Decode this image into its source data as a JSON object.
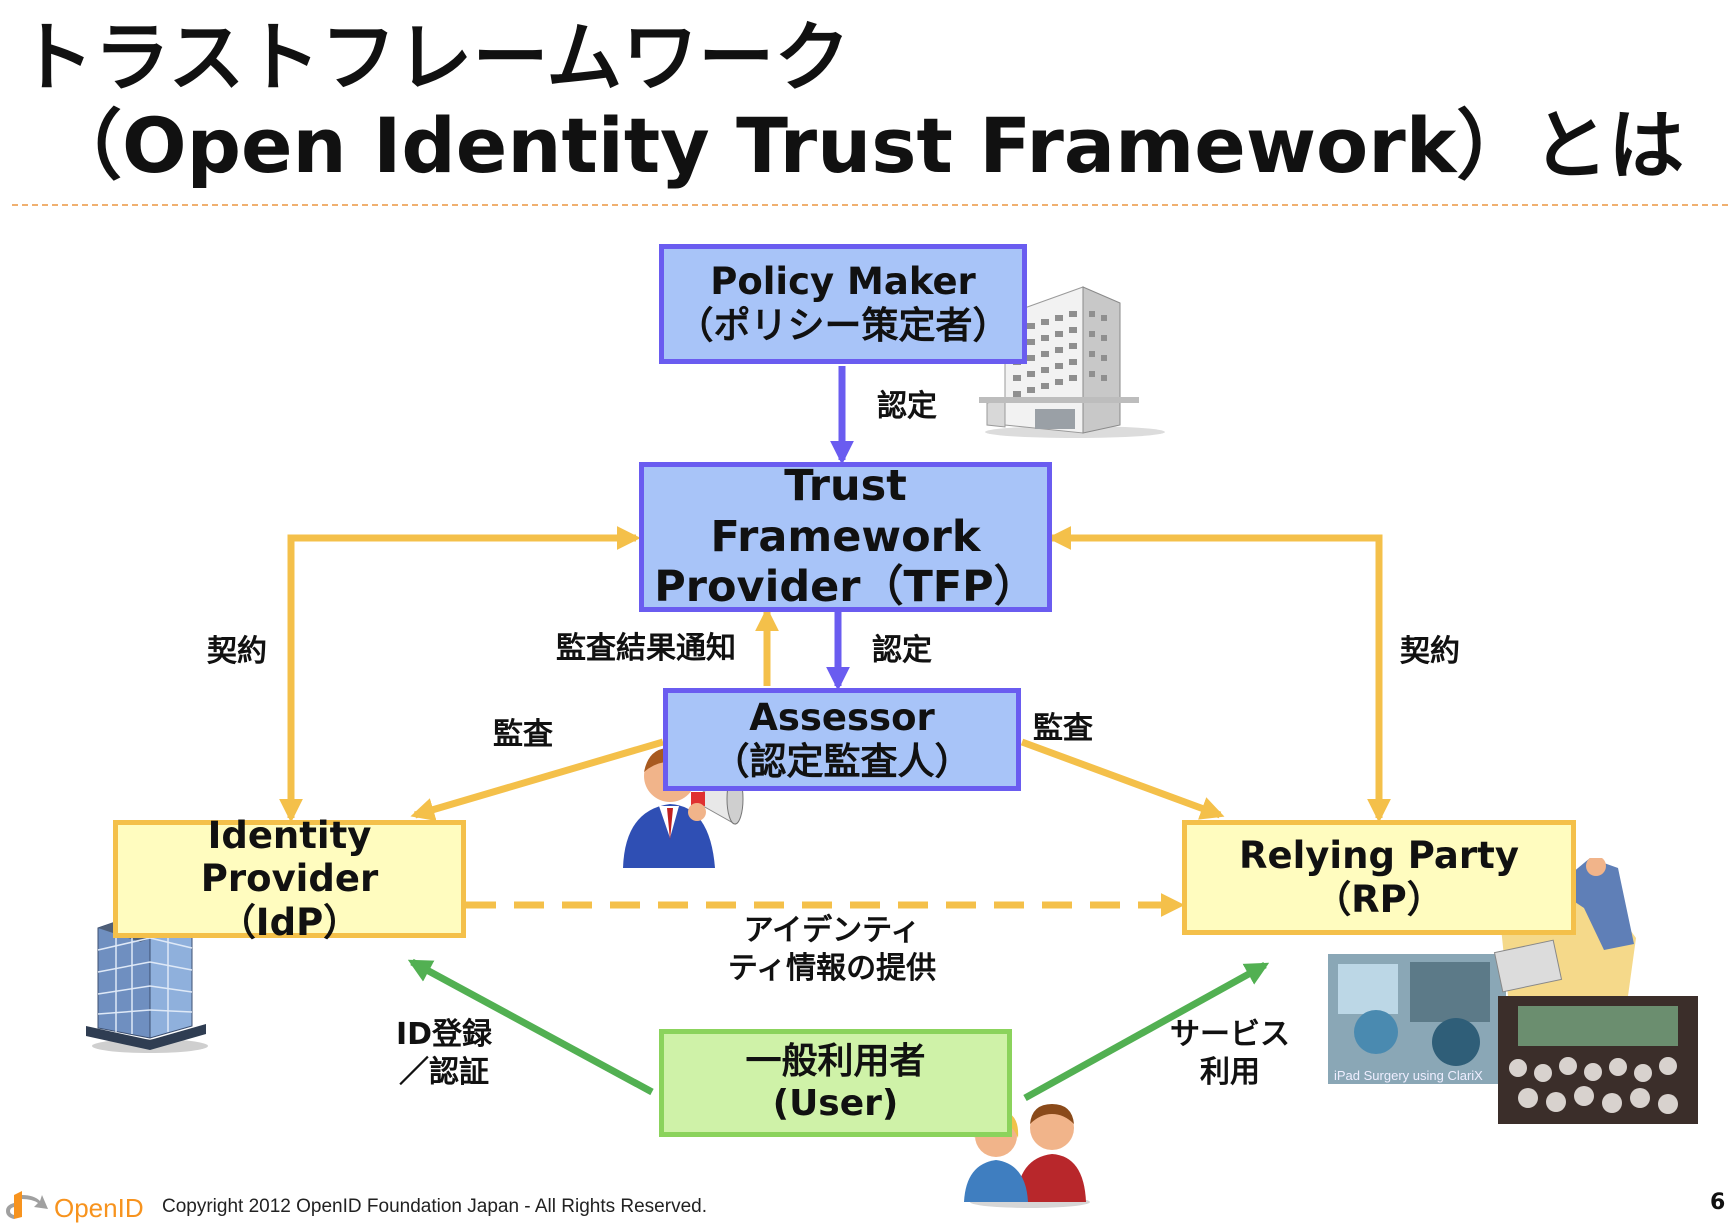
{
  "title": {
    "line1": "トラストフレームワーク",
    "line2": "（Open Identity Trust Framework）とは"
  },
  "nodes": {
    "policy_maker": {
      "line1": "Policy Maker",
      "line2": "（ポリシー策定者）"
    },
    "tfp": {
      "line1": "Trust Framework",
      "line2": "Provider（TFP）"
    },
    "assessor": {
      "line1": "Assessor",
      "line2": "（認定監査人）"
    },
    "idp": {
      "line1": "Identity Provider",
      "line2": "（IdP）"
    },
    "rp": {
      "line1": "Relying Party",
      "line2": "（RP）"
    },
    "user": {
      "line1": "一般利用者",
      "line2": "(User)"
    }
  },
  "edge_labels": {
    "pm_to_tfp": "認定",
    "tfp_to_assessor": "認定",
    "assessor_to_tfp": "監査結果通知",
    "idp_contract": "契約",
    "rp_contract": "契約",
    "audit_idp": "監査",
    "audit_rp": "監査",
    "identity_line1": "アイデンティ",
    "identity_line2": "ティ情報の提供",
    "id_reg_line1": "ID登録",
    "id_reg_line2": "／認証",
    "service_line1": "サービス",
    "service_line2": "利用"
  },
  "photo_caption": "iPad Surgery using ClariX",
  "footer": {
    "logo_text": "OpenID",
    "copyright": "Copyright  2012  OpenID Foundation Japan - All Rights Reserved.",
    "page_number": "6"
  },
  "colors": {
    "blue_fill": "#a8c4f8",
    "blue_border": "#6a5cf0",
    "yellow_fill": "#fffcbf",
    "yellow_border": "#f4c04a",
    "green_fill": "#cff2a8",
    "green_border": "#8bd35c",
    "blue_arrow": "#6a5cf0",
    "yellow_arrow": "#f4c04a",
    "green_arrow": "#52b052"
  }
}
